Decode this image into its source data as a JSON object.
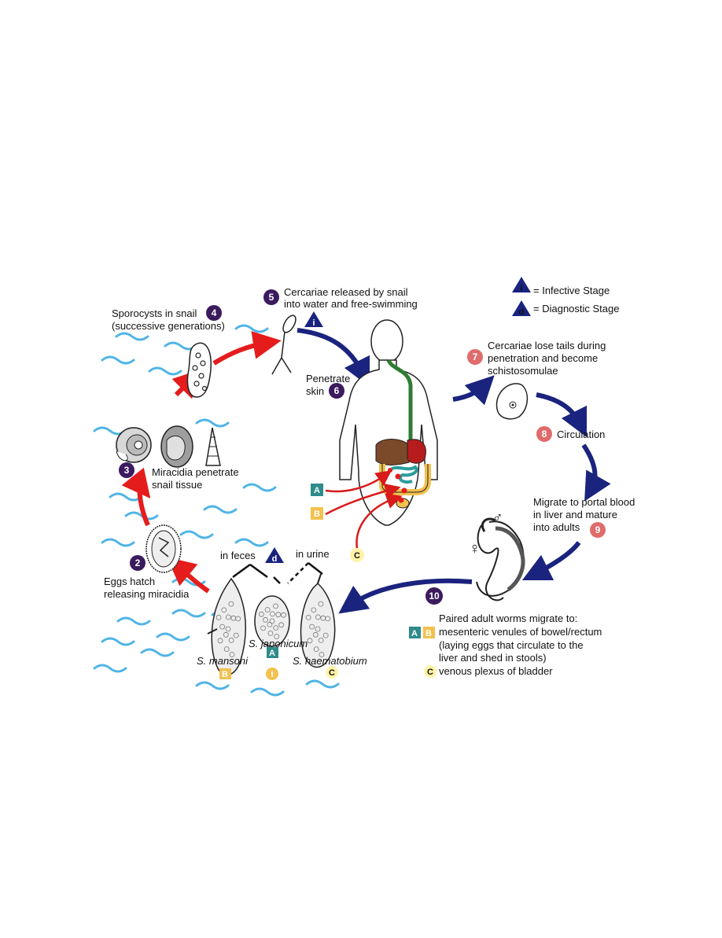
{
  "legend": {
    "infective_letter": "i",
    "infective_text": "= Infective Stage",
    "diagnostic_letter": "d",
    "diagnostic_text": "= Diagnostic Stage"
  },
  "steps": {
    "s2": {
      "num": "2",
      "line1": "Eggs hatch",
      "line2": "releasing miracidia"
    },
    "s3": {
      "num": "3",
      "line1": "Miracidia penetrate",
      "line2": "snail tissue"
    },
    "s4": {
      "num": "4",
      "line1": "Sporocysts in snail",
      "line2": "(successive generations)"
    },
    "s5": {
      "num": "5",
      "line1": "Cercariae released by snail",
      "line2": "into water and free-swimming"
    },
    "s6": {
      "num": "6",
      "line1": "Penetrate",
      "line2": "skin"
    },
    "s7": {
      "num": "7",
      "line1": "Cercariae lose tails during",
      "line2": "penetration and become",
      "line3": "schistosomulae"
    },
    "s8": {
      "num": "8",
      "line1": "Circulation"
    },
    "s9": {
      "num": "9",
      "line1": "Migrate to portal blood",
      "line2": "in liver and mature",
      "line3": "into adults"
    },
    "s10": {
      "num": "10",
      "line1": "Paired adult worms migrate to:",
      "line2": "mesenteric venules of bowel/rectum",
      "line3": "(laying eggs that circulate to the",
      "line4": "liver and shed in stools)",
      "line5": "venous plexus of bladder"
    }
  },
  "eggs": {
    "in_feces": "in feces",
    "in_urine": "in urine",
    "mansoni": "S. mansoni",
    "japonicum": "S. japonicum",
    "haematobium": "S. haematobium"
  },
  "species_tags": {
    "A": "A",
    "B": "B",
    "C": "C",
    "I": "I"
  },
  "sex_symbols": {
    "female": "♀",
    "male": "♂"
  },
  "colors": {
    "step_purple": "#3b1a5e",
    "step_salmon": "#e06b6b",
    "arrow_blue": "#1a237e",
    "arrow_red": "#e51c1c",
    "water_blue": "#4fb4e6",
    "tag_teal": "#2e8b8b",
    "tag_yellow": "#f2c14e",
    "tag_pale": "#fff3a8",
    "gut_green": "#2e7d32",
    "liver_brown": "#7b4a2a"
  },
  "icons": [
    "snail-shell-icon",
    "sporocyst-icon",
    "cercaria-icon",
    "miracidium-icon",
    "schistosomula-icon",
    "adult-worm-pair-icon",
    "egg-icon",
    "human-figure-icon"
  ]
}
